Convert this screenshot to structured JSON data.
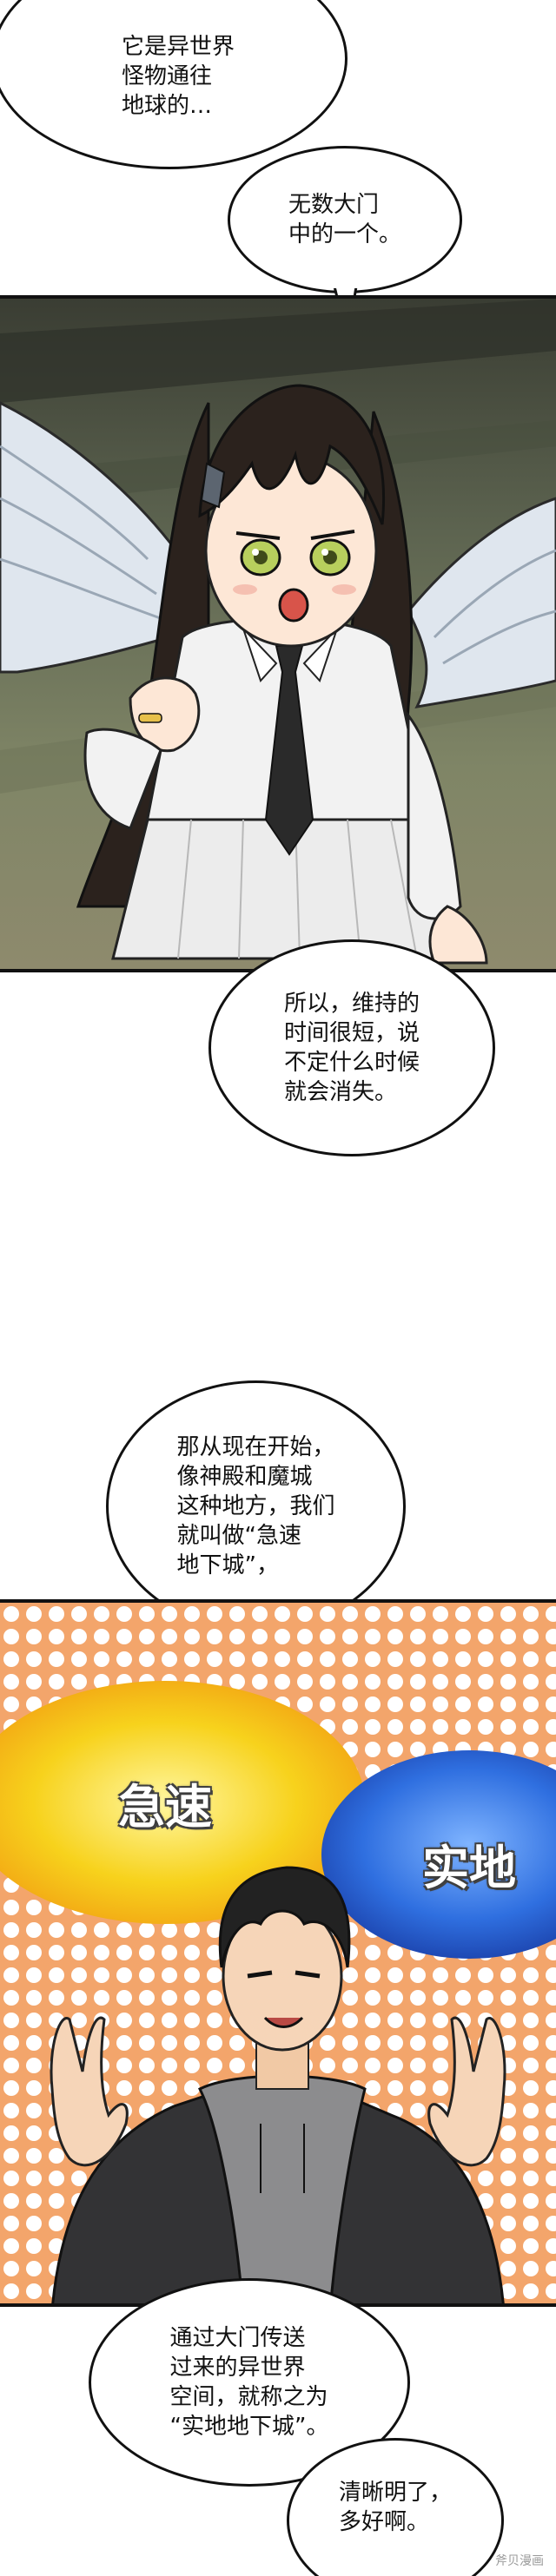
{
  "bubbles": [
    {
      "id": "b1",
      "text": "它是异世界\n怪物通往\n地球的…"
    },
    {
      "id": "b2",
      "text": "无数大门\n中的一个。"
    },
    {
      "id": "b3",
      "text": "所以，维持的\n时间很短，说\n不定什么时候\n就会消失。"
    },
    {
      "id": "b4",
      "text": "那从现在开始，\n像神殿和魔城\n这种地方，我们\n就叫做“急速\n地下城”，"
    },
    {
      "id": "b5",
      "text": "通过大门传送\n过来的异世界\n空间，就称之为\n“实地地下城”。"
    },
    {
      "id": "b6",
      "text": "清晰明了，\n多好啊。"
    }
  ],
  "words": {
    "left": "急速",
    "right": "实地"
  },
  "watermark": "斧贝漫画",
  "colors": {
    "outline": "#111111",
    "orange": "#f2a86b",
    "yellow": "#f7d21c",
    "blue": "#2f6fe0"
  }
}
